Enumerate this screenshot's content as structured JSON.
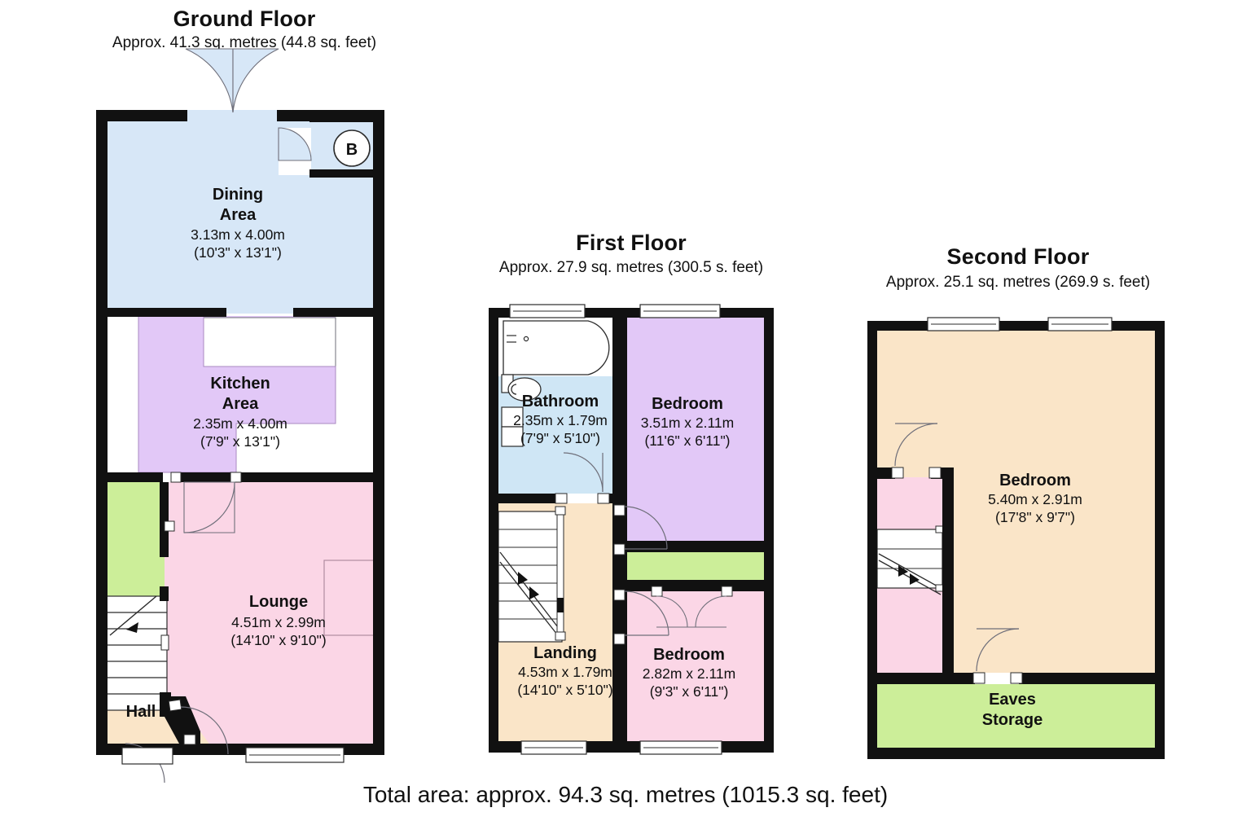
{
  "document": {
    "type": "floor-plan",
    "total_area": "Total area: approx. 94.3 sq. metres (1015.3 sq. feet)"
  },
  "colors": {
    "wall": "#111111",
    "dining": "#d7e7f7",
    "kitchen": "#e2c8f7",
    "lounge": "#fbd6e6",
    "hall": "#fae5c8",
    "green": "#ccee99",
    "bedroom_purple": "#e2c8f7",
    "bedroom_pink": "#fbd6e6",
    "bathroom": "#cfe6f5",
    "landing": "#fae5c8",
    "second_bedroom": "#fae5c8",
    "eaves": "#ccee99",
    "text": "#111111",
    "background": "#ffffff"
  },
  "floors": [
    {
      "id": "ground",
      "title": "Ground Floor",
      "subtitle": "Approx. 41.3 sq. metres (44.8 sq. feet)",
      "marker": "B",
      "rooms": [
        {
          "id": "dining",
          "name_line1": "Dining",
          "name_line2": "Area",
          "metric": "3.13m x 4.00m",
          "imperial": "(10'3\" x 13'1\")"
        },
        {
          "id": "kitchen",
          "name_line1": "Kitchen",
          "name_line2": "Area",
          "metric": "2.35m x 4.00m",
          "imperial": "(7'9\" x 13'1\")"
        },
        {
          "id": "lounge",
          "name_line1": "Lounge",
          "name_line2": "",
          "metric": "4.51m x 2.99m",
          "imperial": "(14'10\" x 9'10\")"
        },
        {
          "id": "hall",
          "name_line1": "Hall",
          "name_line2": "",
          "metric": "",
          "imperial": ""
        }
      ]
    },
    {
      "id": "first",
      "title": "First Floor",
      "subtitle": "Approx. 27.9 sq. metres (300.5 s. feet)",
      "rooms": [
        {
          "id": "bathroom",
          "name_line1": "Bathroom",
          "name_line2": "",
          "metric": "2.35m x 1.79m",
          "imperial": "(7'9\" x 5'10\")"
        },
        {
          "id": "bedroom-front",
          "name_line1": "Bedroom",
          "name_line2": "",
          "metric": "3.51m x 2.11m",
          "imperial": "(11'6\" x 6'11\")"
        },
        {
          "id": "landing",
          "name_line1": "Landing",
          "name_line2": "",
          "metric": "4.53m x 1.79m",
          "imperial": "(14'10\" x 5'10\")"
        },
        {
          "id": "bedroom-rear",
          "name_line1": "Bedroom",
          "name_line2": "",
          "metric": "2.82m x 2.11m",
          "imperial": "(9'3\" x 6'11\")"
        }
      ]
    },
    {
      "id": "second",
      "title": "Second Floor",
      "subtitle": "Approx. 25.1 sq. metres (269.9 s. feet)",
      "rooms": [
        {
          "id": "bedroom-loft",
          "name_line1": "Bedroom",
          "name_line2": "",
          "metric": "5.40m x 2.91m",
          "imperial": "(17'8\" x 9'7\")"
        },
        {
          "id": "eaves",
          "name_line1": "Eaves",
          "name_line2": "Storage",
          "metric": "",
          "imperial": ""
        }
      ]
    }
  ]
}
